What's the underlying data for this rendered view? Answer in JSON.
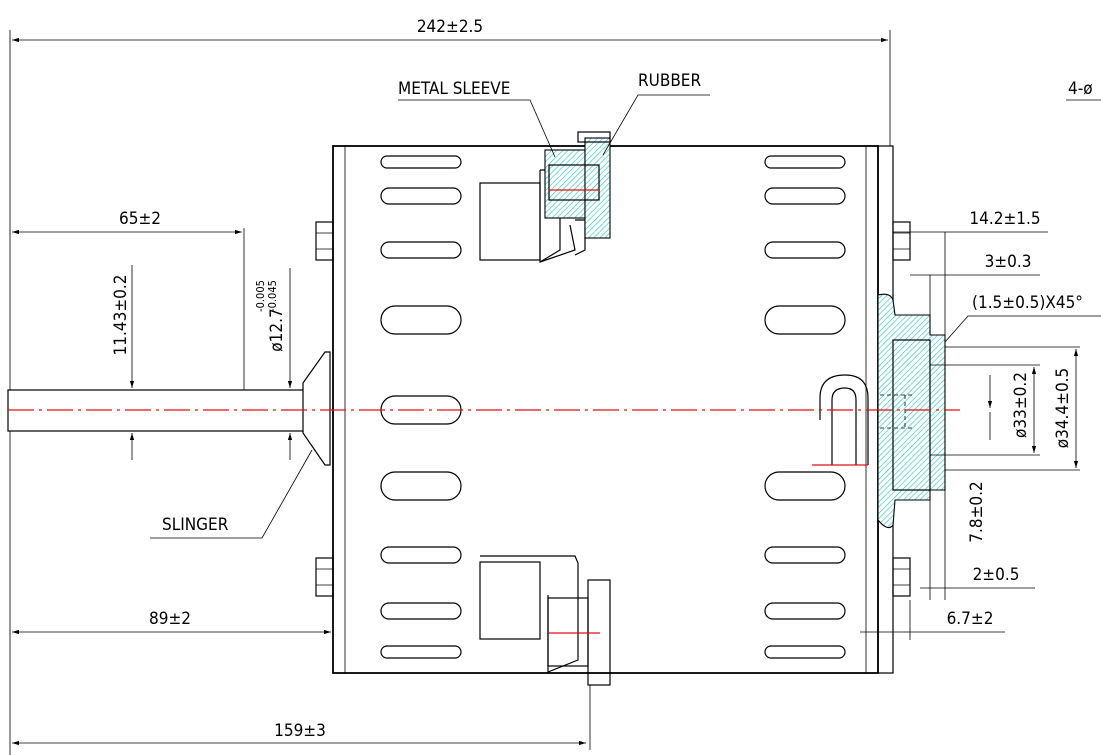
{
  "drawing": {
    "annotations": {
      "overall_length": "242±2.5",
      "metal_sleeve": "METAL SLEEVE",
      "rubber": "RUBBER",
      "holes": "4-ø",
      "shaft_length": "65±2",
      "shaft_offset": "11.43±0.2",
      "shaft_diameter": "ø12.7",
      "shaft_tol_upper": "-0.005",
      "shaft_tol_lower": "-0.045",
      "slinger": "SLINGER",
      "mount_depth": "14.2±1.5",
      "boss_depth": "3±0.3",
      "chamfer": "(1.5±0.5)X45°",
      "boss_diameter_inner": "ø33±0.2",
      "boss_diameter_outer": "ø34.4±0.5",
      "boss_height": "7.8±0.2",
      "step_height": "2±0.5",
      "flange_thickness": "6.7±2",
      "flange_to_face": "89±2",
      "flange_to_lead": "159±3"
    }
  }
}
